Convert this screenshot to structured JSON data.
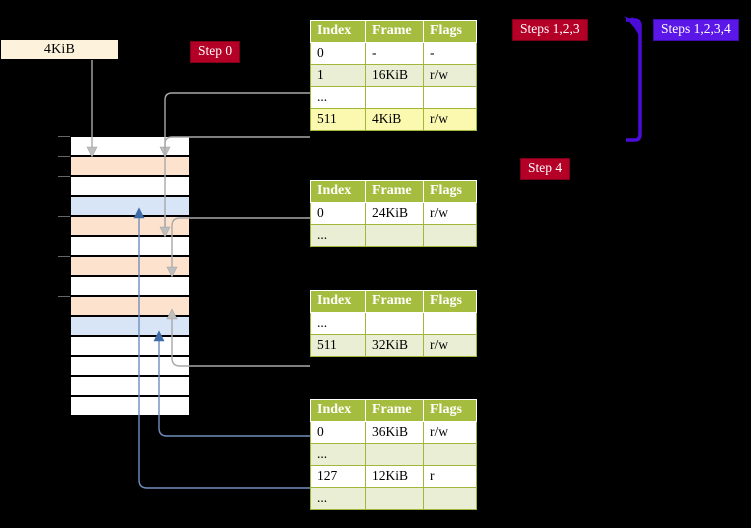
{
  "diagram": {
    "title_label": "4KiB",
    "badges": [
      {
        "id": "step0",
        "label": "Step 0",
        "color": "#b40027"
      },
      {
        "id": "steps123",
        "label": "Steps 1,2,3",
        "color": "#b40027"
      },
      {
        "id": "steps1234",
        "label": "Steps 1,2,3,4",
        "color": "#5b16e8"
      },
      {
        "id": "step4",
        "label": "Step 4",
        "color": "#b40027"
      }
    ],
    "colors": {
      "background": "#000000",
      "table_header": "#a5bd3e",
      "table_row_even": "#e9eed5",
      "table_row_odd": "#ffffff",
      "highlight": "#fbf8b0",
      "frame_peach": "#fde3ce",
      "frame_blue": "#d7e5f7",
      "size_box": "#fdf3dc",
      "wire_gray": "#a9a9a9",
      "wire_blue": "#6f8fc0",
      "arrow_purple": "#4b0bd8"
    },
    "memory_stack": {
      "name": "physical-memory-frames",
      "rows": [
        {
          "fill": "white"
        },
        {
          "fill": "peach"
        },
        {
          "fill": "white"
        },
        {
          "fill": "blue"
        },
        {
          "fill": "peach"
        },
        {
          "fill": "white"
        },
        {
          "fill": "peach"
        },
        {
          "fill": "white"
        },
        {
          "fill": "peach"
        },
        {
          "fill": "blue"
        },
        {
          "fill": "white"
        },
        {
          "fill": "white"
        },
        {
          "fill": "white"
        },
        {
          "fill": "white"
        }
      ],
      "tick_rows": [
        0,
        1,
        2,
        4,
        6,
        8
      ]
    },
    "tables": [
      {
        "id": "pt-1",
        "name": "page-table-level-1",
        "headers": [
          "Index",
          "Frame",
          "Flags"
        ],
        "rows": [
          {
            "cells": [
              "0",
              "-",
              "-"
            ],
            "highlight": false
          },
          {
            "cells": [
              "1",
              "16KiB",
              "r/w"
            ],
            "highlight": false
          },
          {
            "cells": [
              "...",
              "",
              ""
            ],
            "highlight": false
          },
          {
            "cells": [
              "511",
              "4KiB",
              "r/w"
            ],
            "highlight": true
          }
        ]
      },
      {
        "id": "pt-2",
        "name": "page-table-level-2",
        "headers": [
          "Index",
          "Frame",
          "Flags"
        ],
        "rows": [
          {
            "cells": [
              "0",
              "24KiB",
              "r/w"
            ],
            "highlight": false
          },
          {
            "cells": [
              "...",
              "",
              ""
            ],
            "highlight": false
          }
        ]
      },
      {
        "id": "pt-3",
        "name": "page-table-level-3",
        "headers": [
          "Index",
          "Frame",
          "Flags"
        ],
        "rows": [
          {
            "cells": [
              "...",
              "",
              ""
            ],
            "highlight": false
          },
          {
            "cells": [
              "511",
              "32KiB",
              "r/w"
            ],
            "highlight": false
          }
        ]
      },
      {
        "id": "pt-4",
        "name": "page-table-level-4",
        "headers": [
          "Index",
          "Frame",
          "Flags"
        ],
        "rows": [
          {
            "cells": [
              "0",
              "36KiB",
              "r/w"
            ],
            "highlight": false
          },
          {
            "cells": [
              "...",
              "",
              ""
            ],
            "highlight": false
          },
          {
            "cells": [
              "127",
              "12KiB",
              "r"
            ],
            "highlight": false
          },
          {
            "cells": [
              "...",
              "",
              ""
            ],
            "highlight": false
          }
        ]
      }
    ]
  }
}
